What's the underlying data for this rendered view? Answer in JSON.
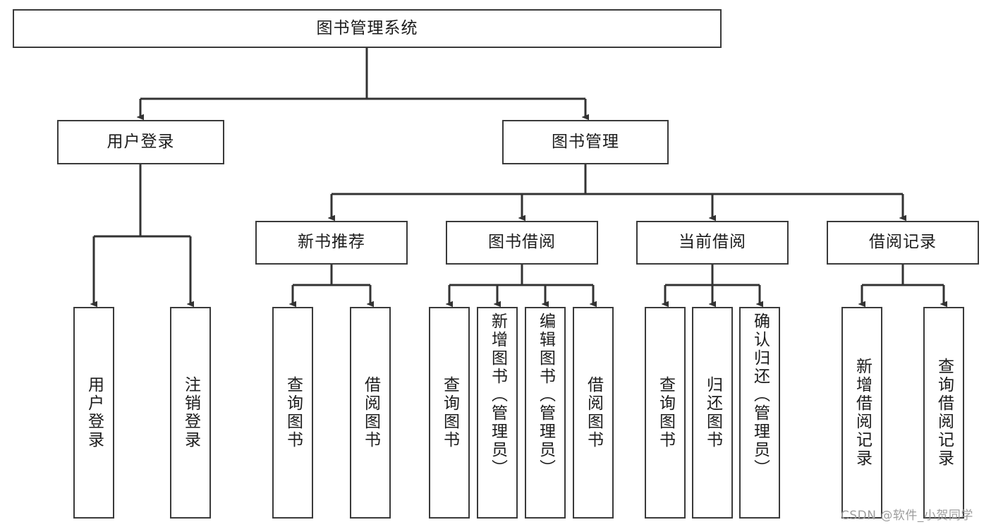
{
  "diagram": {
    "title": "图书管理系统",
    "watermark": "CSDN @软件_小贺同学",
    "colors": {
      "box_border": "#3a3a3a",
      "edge": "#333333",
      "text": "#1c1c1c",
      "background": "#ffffff",
      "watermark": "#9d9d9d"
    },
    "nodes": {
      "root": {
        "label": "图书管理系统"
      },
      "level2": [
        {
          "id": "user-login",
          "label": "用户登录"
        },
        {
          "id": "book-management",
          "label": "图书管理"
        }
      ],
      "level3": [
        {
          "id": "new-book-recommend",
          "label": "新书推荐"
        },
        {
          "id": "book-borrow",
          "label": "图书借阅"
        },
        {
          "id": "current-borrow",
          "label": "当前借阅"
        },
        {
          "id": "borrow-record",
          "label": "借阅记录"
        }
      ],
      "leaves": {
        "user_login": [
          {
            "id": "leaf-user-login",
            "label": "用户登录"
          },
          {
            "id": "leaf-user-logout",
            "label": "注销登录"
          }
        ],
        "new_book_recommend": [
          {
            "id": "leaf-query-book-1",
            "label": "查询图书"
          },
          {
            "id": "leaf-borrow-book-1",
            "label": "借阅图书"
          }
        ],
        "book_borrow": [
          {
            "id": "leaf-query-book-2",
            "label": "查询图书"
          },
          {
            "id": "leaf-add-book",
            "label": "新增图书（管理员）"
          },
          {
            "id": "leaf-edit-book",
            "label": "编辑图书（管理员）"
          },
          {
            "id": "leaf-borrow-book-2",
            "label": "借阅图书"
          }
        ],
        "current_borrow": [
          {
            "id": "leaf-query-book-3",
            "label": "查询图书"
          },
          {
            "id": "leaf-return-book",
            "label": "归还图书"
          },
          {
            "id": "leaf-confirm-return",
            "label": "确认归还（管理员）"
          }
        ],
        "borrow_record": [
          {
            "id": "leaf-add-record",
            "label": "新增借阅记录"
          },
          {
            "id": "leaf-query-record",
            "label": "查询借阅记录"
          }
        ]
      }
    }
  }
}
